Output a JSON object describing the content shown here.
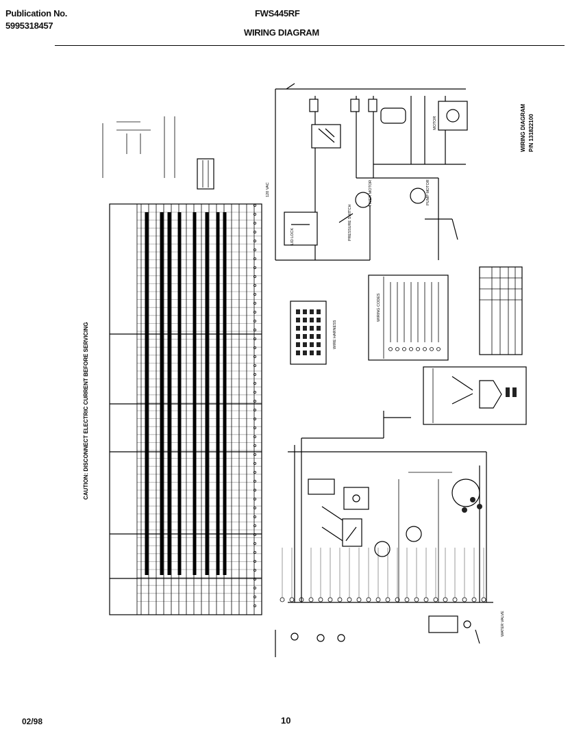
{
  "header": {
    "publication_label": "Publication No.",
    "publication_number": "5995318457",
    "model": "FWS445RF",
    "title": "WIRING DIAGRAM"
  },
  "rotated_labels": {
    "caution": "CAUTION: DISCONNECT ELECTRIC CURRENT BEFORE SERVICING",
    "diagram_title": "WIRING DIAGRAM",
    "part_number": "P/N 131822100",
    "supply_voltage": "120 VAC",
    "motor": "MOTOR",
    "timer_motor": "TIMER MOTOR",
    "pump_motor": "PUMP MOTOR",
    "lid_lock": "LID LOCK",
    "pressure_switch": "PRESSURE SWITCH",
    "water_valve": "WATER VALVE",
    "wire_harness": "WIRE HARNESS",
    "legend_title": "WIRING CODES"
  },
  "footer": {
    "date": "02/98",
    "page": "10"
  }
}
